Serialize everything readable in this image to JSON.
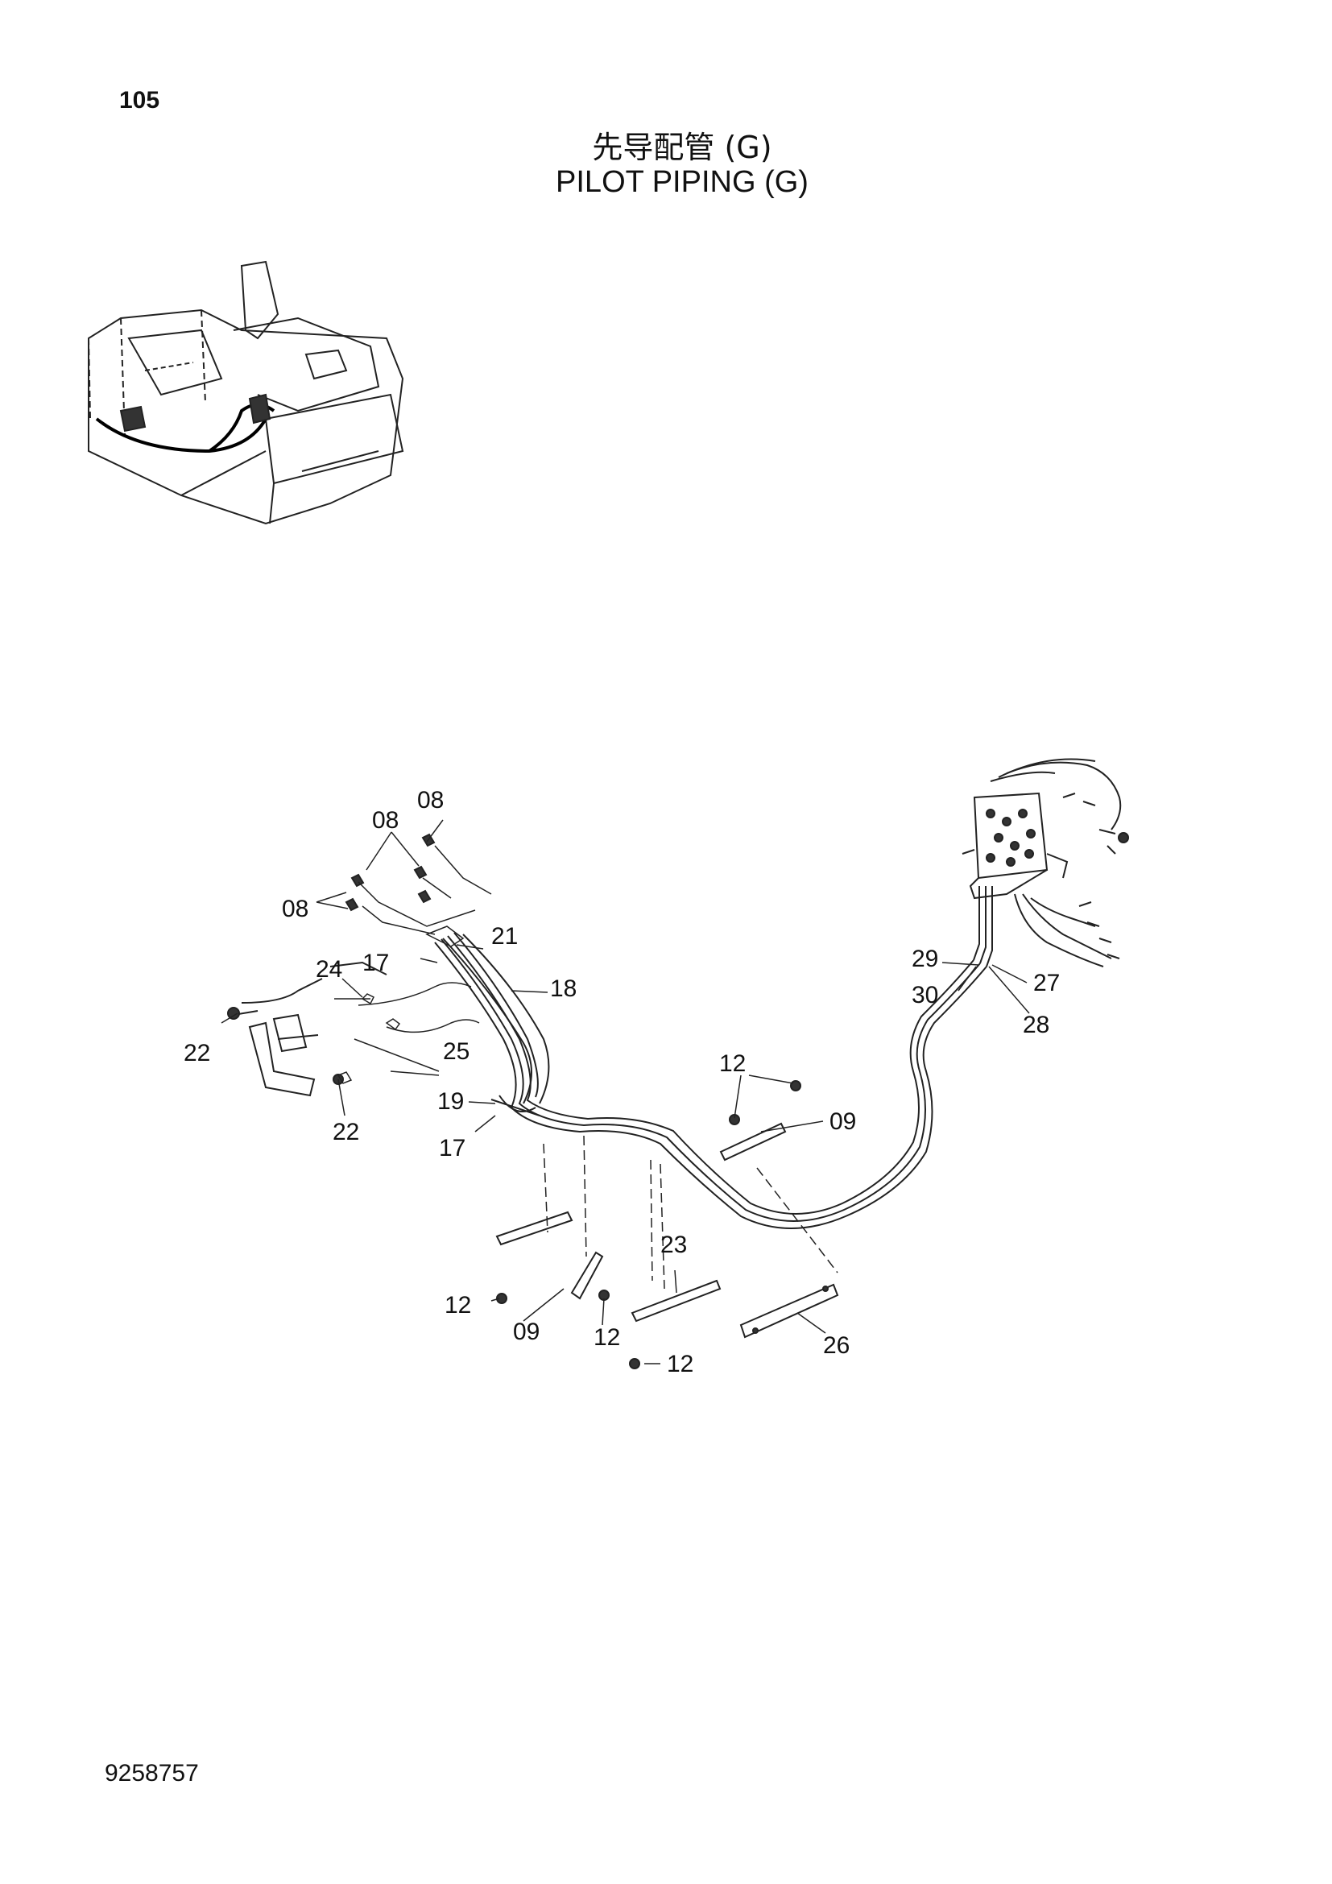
{
  "page": {
    "number": "105",
    "title_cn": "先导配管 (G)",
    "title_en": "PILOT PIPING (G)",
    "doc_number": "9258757"
  },
  "callouts": [
    {
      "id": "c-08-top",
      "text": "08"
    },
    {
      "id": "c-08-mid",
      "text": "08"
    },
    {
      "id": "c-08-left",
      "text": "08"
    },
    {
      "id": "c-21",
      "text": "21"
    },
    {
      "id": "c-17-top",
      "text": "17"
    },
    {
      "id": "c-24",
      "text": "24"
    },
    {
      "id": "c-18",
      "text": "18"
    },
    {
      "id": "c-22-left",
      "text": "22"
    },
    {
      "id": "c-25",
      "text": "25"
    },
    {
      "id": "c-19",
      "text": "19"
    },
    {
      "id": "c-22-bottom",
      "text": "22"
    },
    {
      "id": "c-17-bottom",
      "text": "17"
    },
    {
      "id": "c-12-upper",
      "text": "12"
    },
    {
      "id": "c-09-upper",
      "text": "09"
    },
    {
      "id": "c-29",
      "text": "29"
    },
    {
      "id": "c-27",
      "text": "27"
    },
    {
      "id": "c-30",
      "text": "30"
    },
    {
      "id": "c-28",
      "text": "28"
    },
    {
      "id": "c-23",
      "text": "23"
    },
    {
      "id": "c-12-left",
      "text": "12"
    },
    {
      "id": "c-09-lower",
      "text": "09"
    },
    {
      "id": "c-12-mid",
      "text": "12"
    },
    {
      "id": "c-12-right",
      "text": "12"
    },
    {
      "id": "c-26",
      "text": "26"
    }
  ]
}
